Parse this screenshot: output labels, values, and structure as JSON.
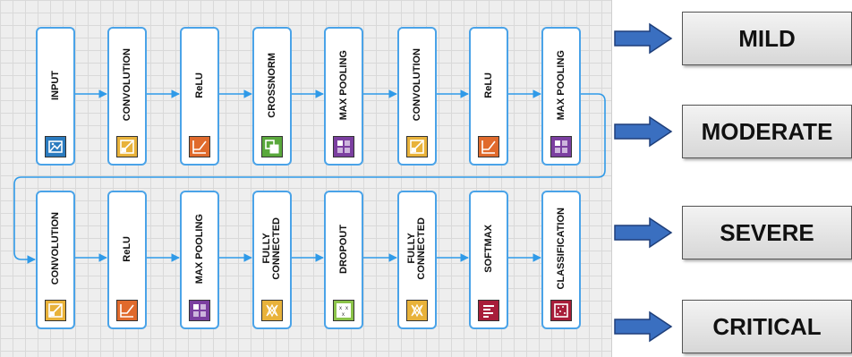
{
  "row1": [
    {
      "label": "INPUT",
      "icon": "image-input-icon",
      "color": "#2b7bbf"
    },
    {
      "label": "CONVOLUTION",
      "icon": "convolution-icon",
      "color": "#e8b23a"
    },
    {
      "label": "ReLU",
      "icon": "relu-icon",
      "color": "#e06a2c"
    },
    {
      "label": "CROSSNORM",
      "icon": "crossnorm-icon",
      "color": "#5aa83c"
    },
    {
      "label": "MAX POOLING",
      "icon": "max-pooling-icon",
      "color": "#7b3fa0"
    },
    {
      "label": "CONVOLUTION",
      "icon": "convolution-icon",
      "color": "#e8b23a"
    },
    {
      "label": "ReLU",
      "icon": "relu-icon",
      "color": "#e06a2c"
    },
    {
      "label": "MAX POOLING",
      "icon": "max-pooling-icon",
      "color": "#7b3fa0"
    }
  ],
  "row2": [
    {
      "label": "CONVOLUTION",
      "icon": "convolution-icon",
      "color": "#e8b23a"
    },
    {
      "label": "ReLU",
      "icon": "relu-icon",
      "color": "#e06a2c"
    },
    {
      "label": "MAX POOLING",
      "icon": "max-pooling-icon",
      "color": "#7b3fa0"
    },
    {
      "label": "FULLY\nCONNECTED",
      "icon": "fully-connected-icon",
      "color": "#e8b23a"
    },
    {
      "label": "DROPOUT",
      "icon": "dropout-icon",
      "color": "#8bc34a"
    },
    {
      "label": "FULLY\nCONNECTED",
      "icon": "fully-connected-icon",
      "color": "#e8b23a"
    },
    {
      "label": "SOFTMAX",
      "icon": "softmax-icon",
      "color": "#a81d3a"
    },
    {
      "label": "CLASSIFICATION",
      "icon": "classification-icon",
      "color": "#a81d3a"
    }
  ],
  "outputs": [
    "MILD",
    "MODERATE",
    "SEVERE",
    "CRITICAL"
  ],
  "colors": {
    "wire": "#2f9ae8",
    "arrow": "#3a6fc0",
    "arrow_border": "#1f3f7a"
  }
}
